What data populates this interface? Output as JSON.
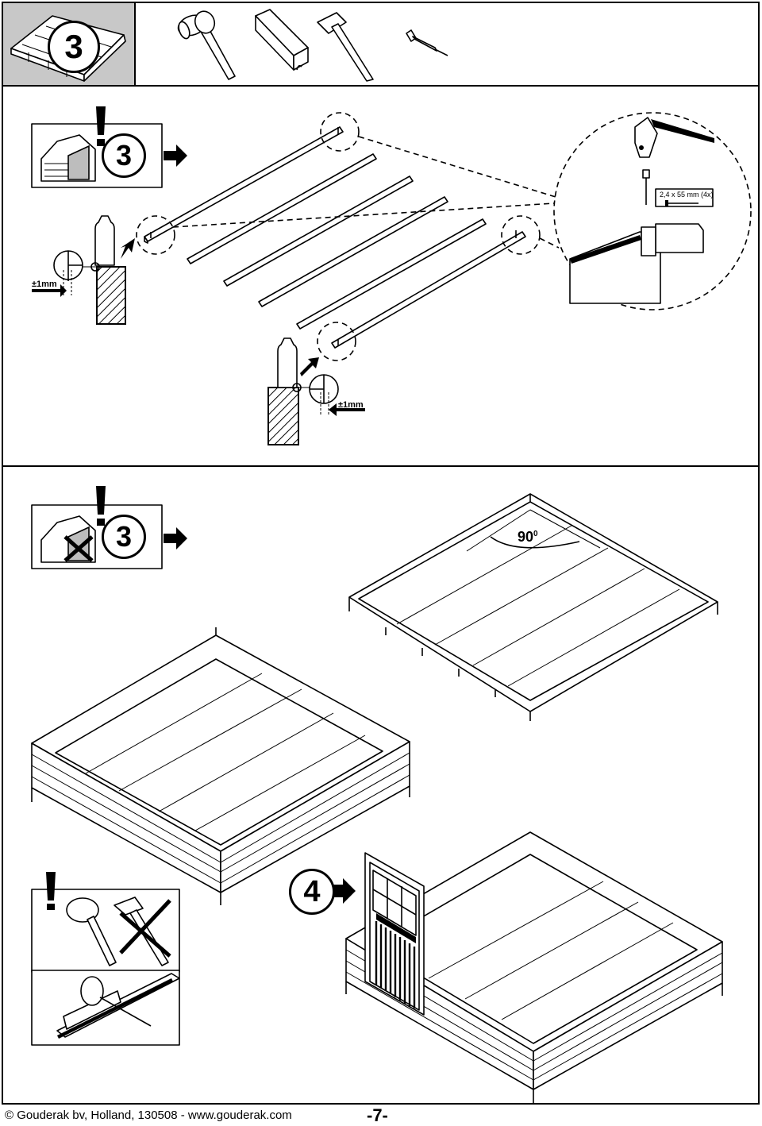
{
  "header": {
    "step_number": "3",
    "tools": [
      "rubber-mallet-icon",
      "tapping-block-icon",
      "hammer-icon",
      "nail-icon"
    ]
  },
  "panel_top": {
    "warning_step": "3",
    "measurement_left": "±1mm",
    "measurement_right": "±1mm",
    "nail_spec": "2,4 x 55 mm (4x)"
  },
  "panel_bottom": {
    "warning_step": "3",
    "angle_label": "90",
    "angle_unit": "0",
    "next_step": "4"
  },
  "footer": {
    "copyright": "© Gouderak bv, Holland, 130508  -  www.gouderak.com",
    "page_number": "-7-"
  }
}
